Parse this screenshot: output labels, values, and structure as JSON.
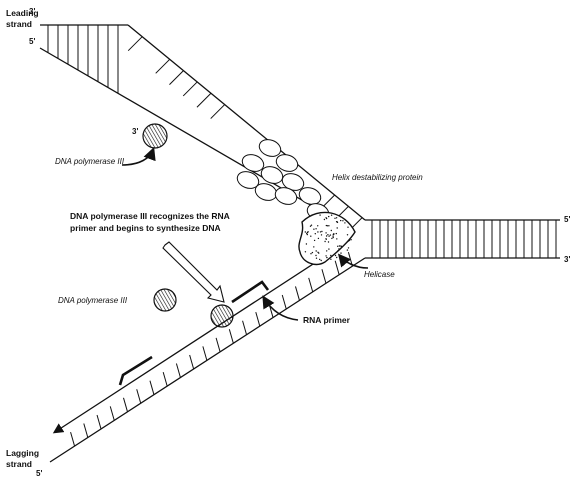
{
  "labels": {
    "leading_strand_line1": "Leading",
    "leading_strand_line2": "strand",
    "lagging_strand_line1": "Lagging",
    "lagging_strand_line2": "strand",
    "leading_3prime": "3'",
    "leading_5prime": "5'",
    "polymerase_3prime": "3'",
    "right_5prime": "5'",
    "right_3prime": "3'",
    "lagging_5prime": "5'",
    "dna_polymerase_top": "DNA polymerase III",
    "dna_polymerase_bottom": "DNA polymerase III",
    "helix_destabilizing": "Helix destabilizing protein",
    "helicase": "Helicase",
    "rna_primer": "RNA primer",
    "recognition_line1": "DNA polymerase III recognizes the RNA",
    "recognition_line2": "primer and begins to synthesize DNA"
  },
  "colors": {
    "ink": "#111111",
    "background": "#ffffff"
  }
}
